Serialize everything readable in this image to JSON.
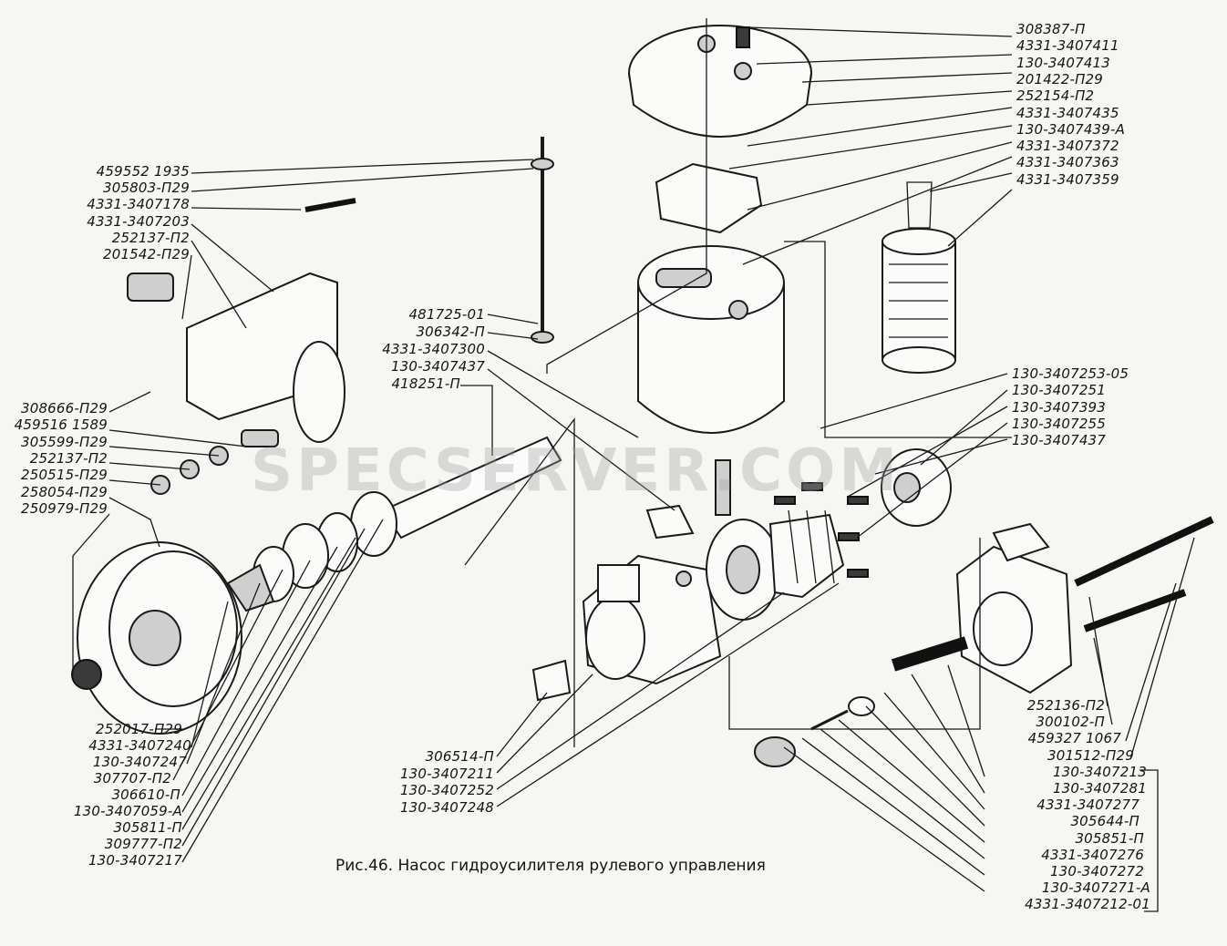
{
  "watermark": "SPECSERVER.COM",
  "caption": "Рис.46. Насос гидроусилителя рулевого управления",
  "labels_right_top": [
    "308387-П",
    "4331-3407411",
    "130-3407413",
    "201422-П29",
    "252154-П2",
    "4331-3407435",
    "130-3407439-А",
    "4331-3407372",
    "4331-3407363",
    "4331-3407359"
  ],
  "labels_right_mid": [
    "130-3407253-05",
    "130-3407251",
    "130-3407393",
    "130-3407255",
    "130-3407437"
  ],
  "labels_right_bottom": [
    "252136-П2",
    "300102-П",
    "459327 1067",
    "301512-П29",
    "130-3407213",
    "130-3407281",
    "4331-3407277",
    "305644-П",
    "305851-П",
    "4331-3407276",
    "130-3407272",
    "130-3407271-А",
    "4331-3407212-01"
  ],
  "labels_left_top": [
    "459552 1935",
    "305803-П29",
    "4331-3407178",
    "4331-3407203",
    "252137-П2",
    "201542-П29"
  ],
  "labels_left_mid": [
    "308666-П29",
    "459516 1589",
    "305599-П29",
    "252137-П2",
    "250515-П29",
    "258054-П29",
    "250979-П29"
  ],
  "labels_left_bottom": [
    "252017-П29",
    "4331-3407240",
    "130-3407247",
    "307707-П2",
    "306610-П",
    "130-3407059-А",
    "305811-П",
    "309777-П2",
    "130-3407217"
  ],
  "labels_center": [
    "481725-01",
    "306342-П",
    "4331-3407300",
    "130-3407437",
    "418251-П"
  ],
  "labels_center_bottom": [
    "306514-П",
    "130-3407211",
    "130-3407252",
    "130-3407248"
  ]
}
